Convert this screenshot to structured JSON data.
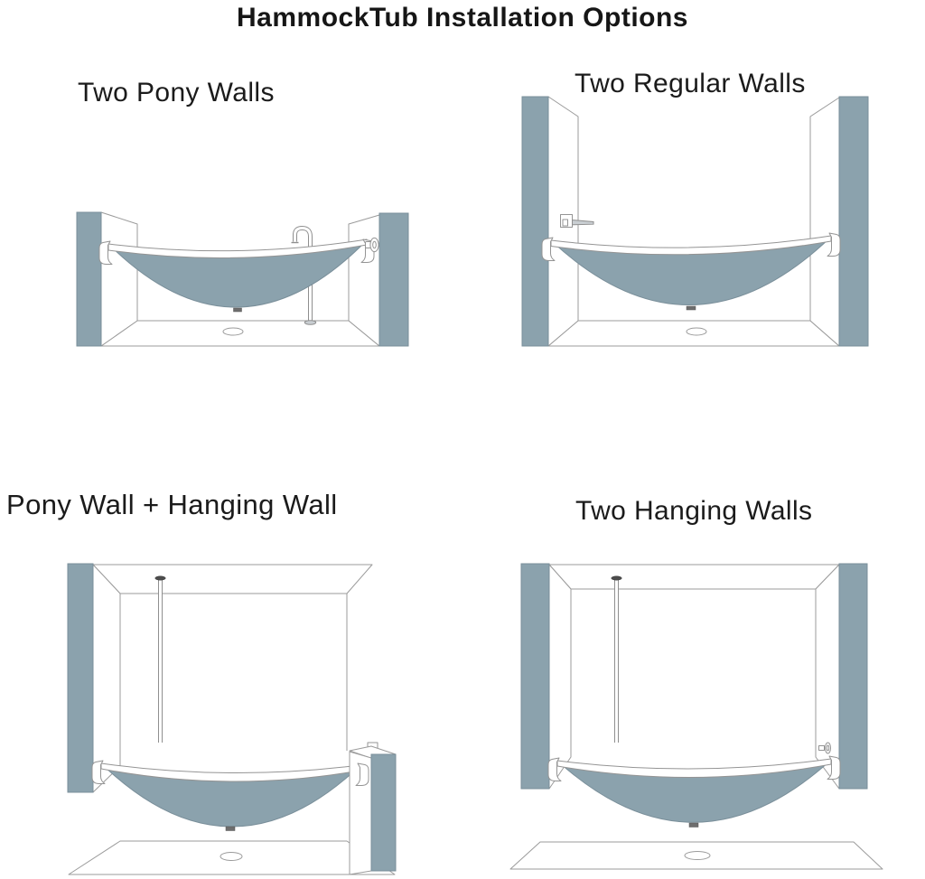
{
  "header": {
    "title": "HammockTub Installation Options"
  },
  "panels": {
    "pony": {
      "label": "Two Pony Walls"
    },
    "regular": {
      "label": "Two Regular Walls"
    },
    "pony_hanging": {
      "label": "Pony Wall + Hanging Wall"
    },
    "hanging": {
      "label": "Two Hanging Walls"
    }
  },
  "colors": {
    "background": "#ffffff",
    "text": "#161616",
    "wall_fill": "#8ba2ad",
    "tub_fill": "#8ba2ad",
    "outline_gray": "#9b9b9b",
    "fixture_gray": "#c9ced2",
    "pipe_cap_dark": "#4d4d4d",
    "drain_tab_dark": "#6e6e6e"
  }
}
